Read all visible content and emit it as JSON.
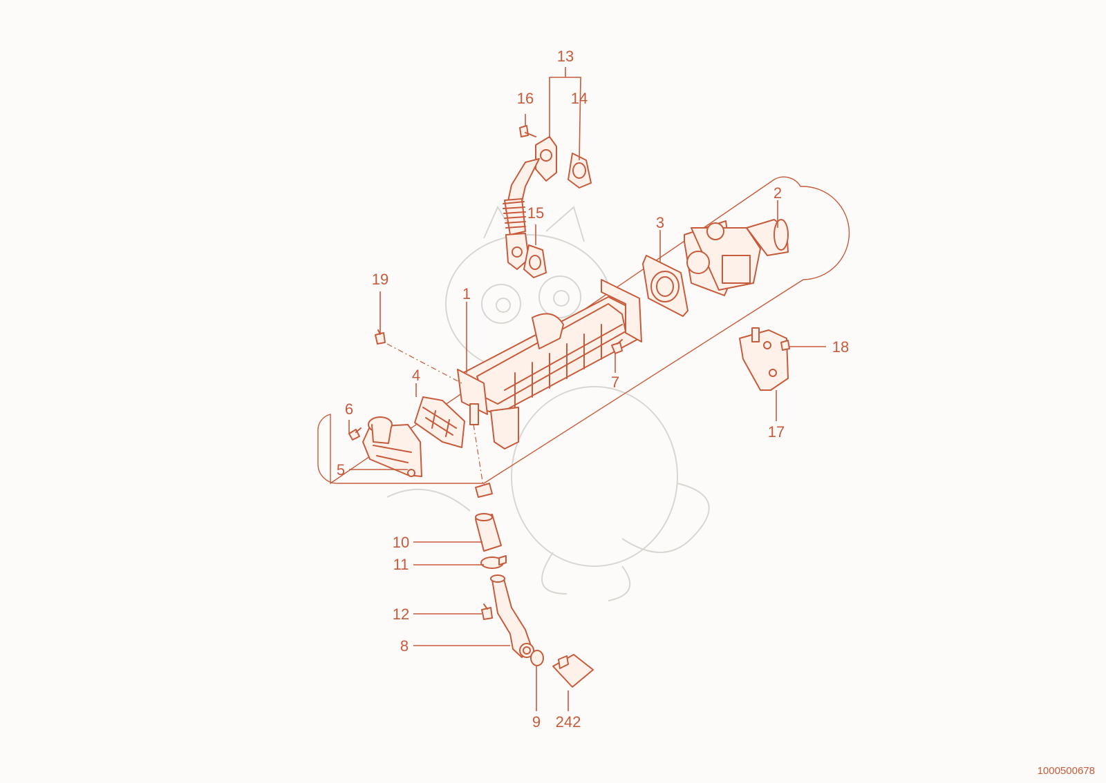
{
  "colors": {
    "accent": "#c75a3a",
    "background": "#fcfbf9",
    "watermark": "#d9d6d2"
  },
  "callouts": [
    "1",
    "2",
    "3",
    "4",
    "5",
    "6",
    "7",
    "8",
    "9",
    "10",
    "11",
    "12",
    "13",
    "14",
    "15",
    "16",
    "17",
    "18",
    "19",
    "242"
  ],
  "doc_id": "1000500678"
}
